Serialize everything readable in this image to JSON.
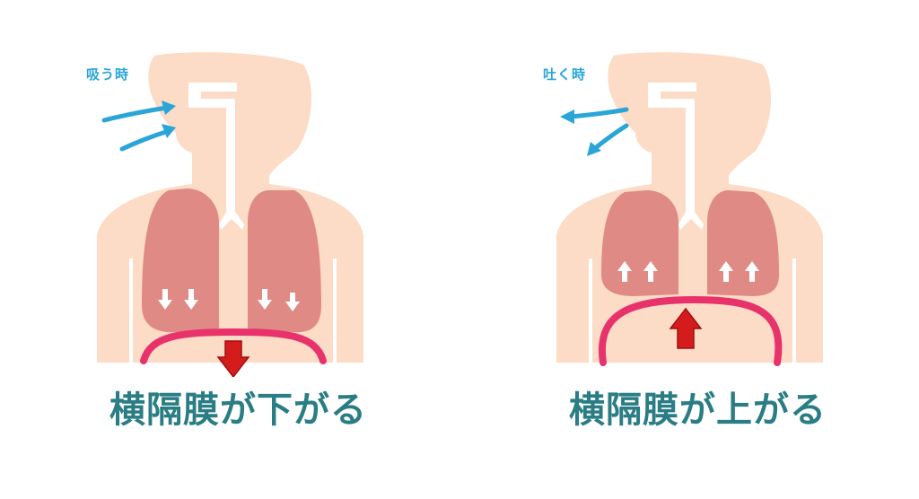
{
  "panels": [
    {
      "id": "inhale",
      "small_label": "吸う時",
      "caption": "横隔膜が下がる",
      "diaphragm_direction": "down",
      "lung_arrow_direction": "down"
    },
    {
      "id": "exhale",
      "small_label": "吐く時",
      "caption": "横隔膜が上がる",
      "diaphragm_direction": "up",
      "lung_arrow_direction": "up"
    }
  ],
  "colors": {
    "skin": "#fcdcc6",
    "lung": "#e08a86",
    "diaphragm": "#e8326c",
    "arrow_red": "#d41c1c",
    "air_arrow": "#2aa5d8",
    "caption": "#2a7d84",
    "airway": "#ffffff"
  }
}
